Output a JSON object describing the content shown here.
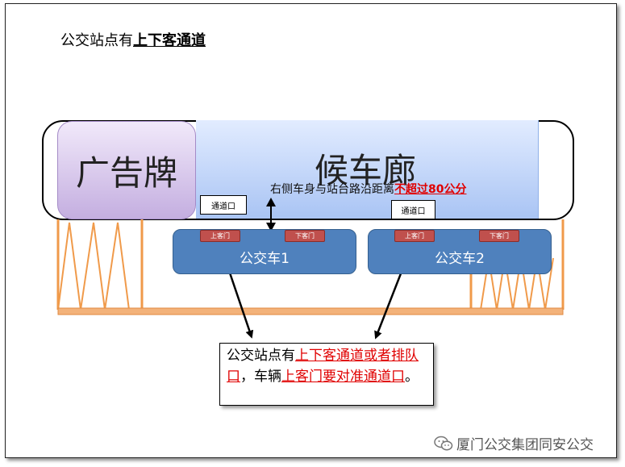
{
  "title": {
    "prefix": "公交站点有",
    "emphasis": "上下客通道"
  },
  "ad_board": {
    "label": "广告牌"
  },
  "waiting_hall": {
    "label": "候车廊"
  },
  "distance_note": {
    "prefix": "右侧车身与站台路沿距离",
    "emphasis": "不超过80公分"
  },
  "gates": [
    {
      "label": "通道口"
    },
    {
      "label": "通道口"
    }
  ],
  "buses": [
    {
      "name": "公交车1",
      "board_door": "上客门",
      "alight_door": "下客门"
    },
    {
      "name": "公交车2",
      "board_door": "上客门",
      "alight_door": "下客门"
    }
  ],
  "note_box": {
    "part1": "公交站点有",
    "part2": "上下客通道或者排队口",
    "part3": "，车辆",
    "part4": "上客门要对准通道口",
    "part5": "。"
  },
  "watermark": {
    "text": "厦门公交集团同安公交",
    "icon": "wechat-icon"
  },
  "colors": {
    "bus": "#4f81bd",
    "door": "#c0504d",
    "frame": "#f09a4a",
    "highlight": "#e00000",
    "ad": "#c4aee0",
    "hall": "#a9c4f4"
  }
}
